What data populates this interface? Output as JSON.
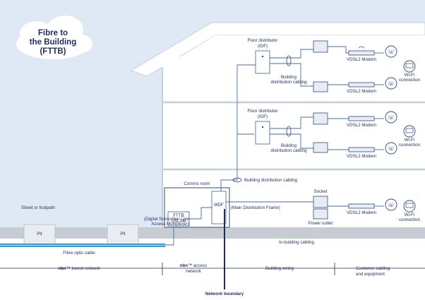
{
  "title_lines": [
    "Fibre to",
    "the Building",
    "(FTTB)"
  ],
  "labels": {
    "floor_distributor_1": "Floor distributor",
    "idf_1": "(IDF)",
    "floor_distributor_2": "Floor distributor",
    "idf_2": "(IDF)",
    "building_dist_1a": "Building",
    "building_dist_1b": "distribution cabling",
    "building_dist_2a": "Building",
    "building_dist_2b": "distribution cabling",
    "building_dist_3": "Building distribution cabling",
    "vdsl_1": "VDSL2 Modem",
    "vdsl_2": "VDSL2 Modem",
    "vdsl_3": "VDSL2 Modem",
    "vdsl_4": "VDSL2 Modem",
    "vdsl_5": "VDSL2 Modem",
    "wifi_1a": "Wi-Fi",
    "wifi_1b": "connection",
    "wifi_2a": "Wi-Fi",
    "wifi_2b": "connection",
    "wifi_3a": "Wi-Fi",
    "wifi_3b": "connection",
    "comms_room": "Comms room",
    "mdf": "MDF",
    "main_dist_frame": "(Main Distribution Frame)",
    "fttb": "FTTB",
    "dslam": "DSLAM",
    "dslam_desc_1": "(Digital Subscriber Line",
    "dslam_desc_2": "Access Multiplexer)",
    "street": "Street or footpath",
    "pit_1": "Pit",
    "pit_2": "Pit",
    "fibre_optic": "Fibre optic cable",
    "in_building": "In-building cabling",
    "socket": "Socket",
    "power_outlet": "Power outlet",
    "transit_brand": "nbn",
    "transit_rest": "™ transit network",
    "access_brand": "nbn",
    "access_rest": "™ access",
    "access_line2": "network",
    "building_wiring": "Building wiring",
    "customer_1": "Customer cabling",
    "customer_2": "and equipment",
    "network_boundary": "Network boundary"
  },
  "colors": {
    "sky": "#dfe9f5",
    "ground": "#c7ccd3",
    "navy": "#1f2d5c",
    "cable": "#3f6fa8",
    "fibre": "#2f9be0"
  }
}
